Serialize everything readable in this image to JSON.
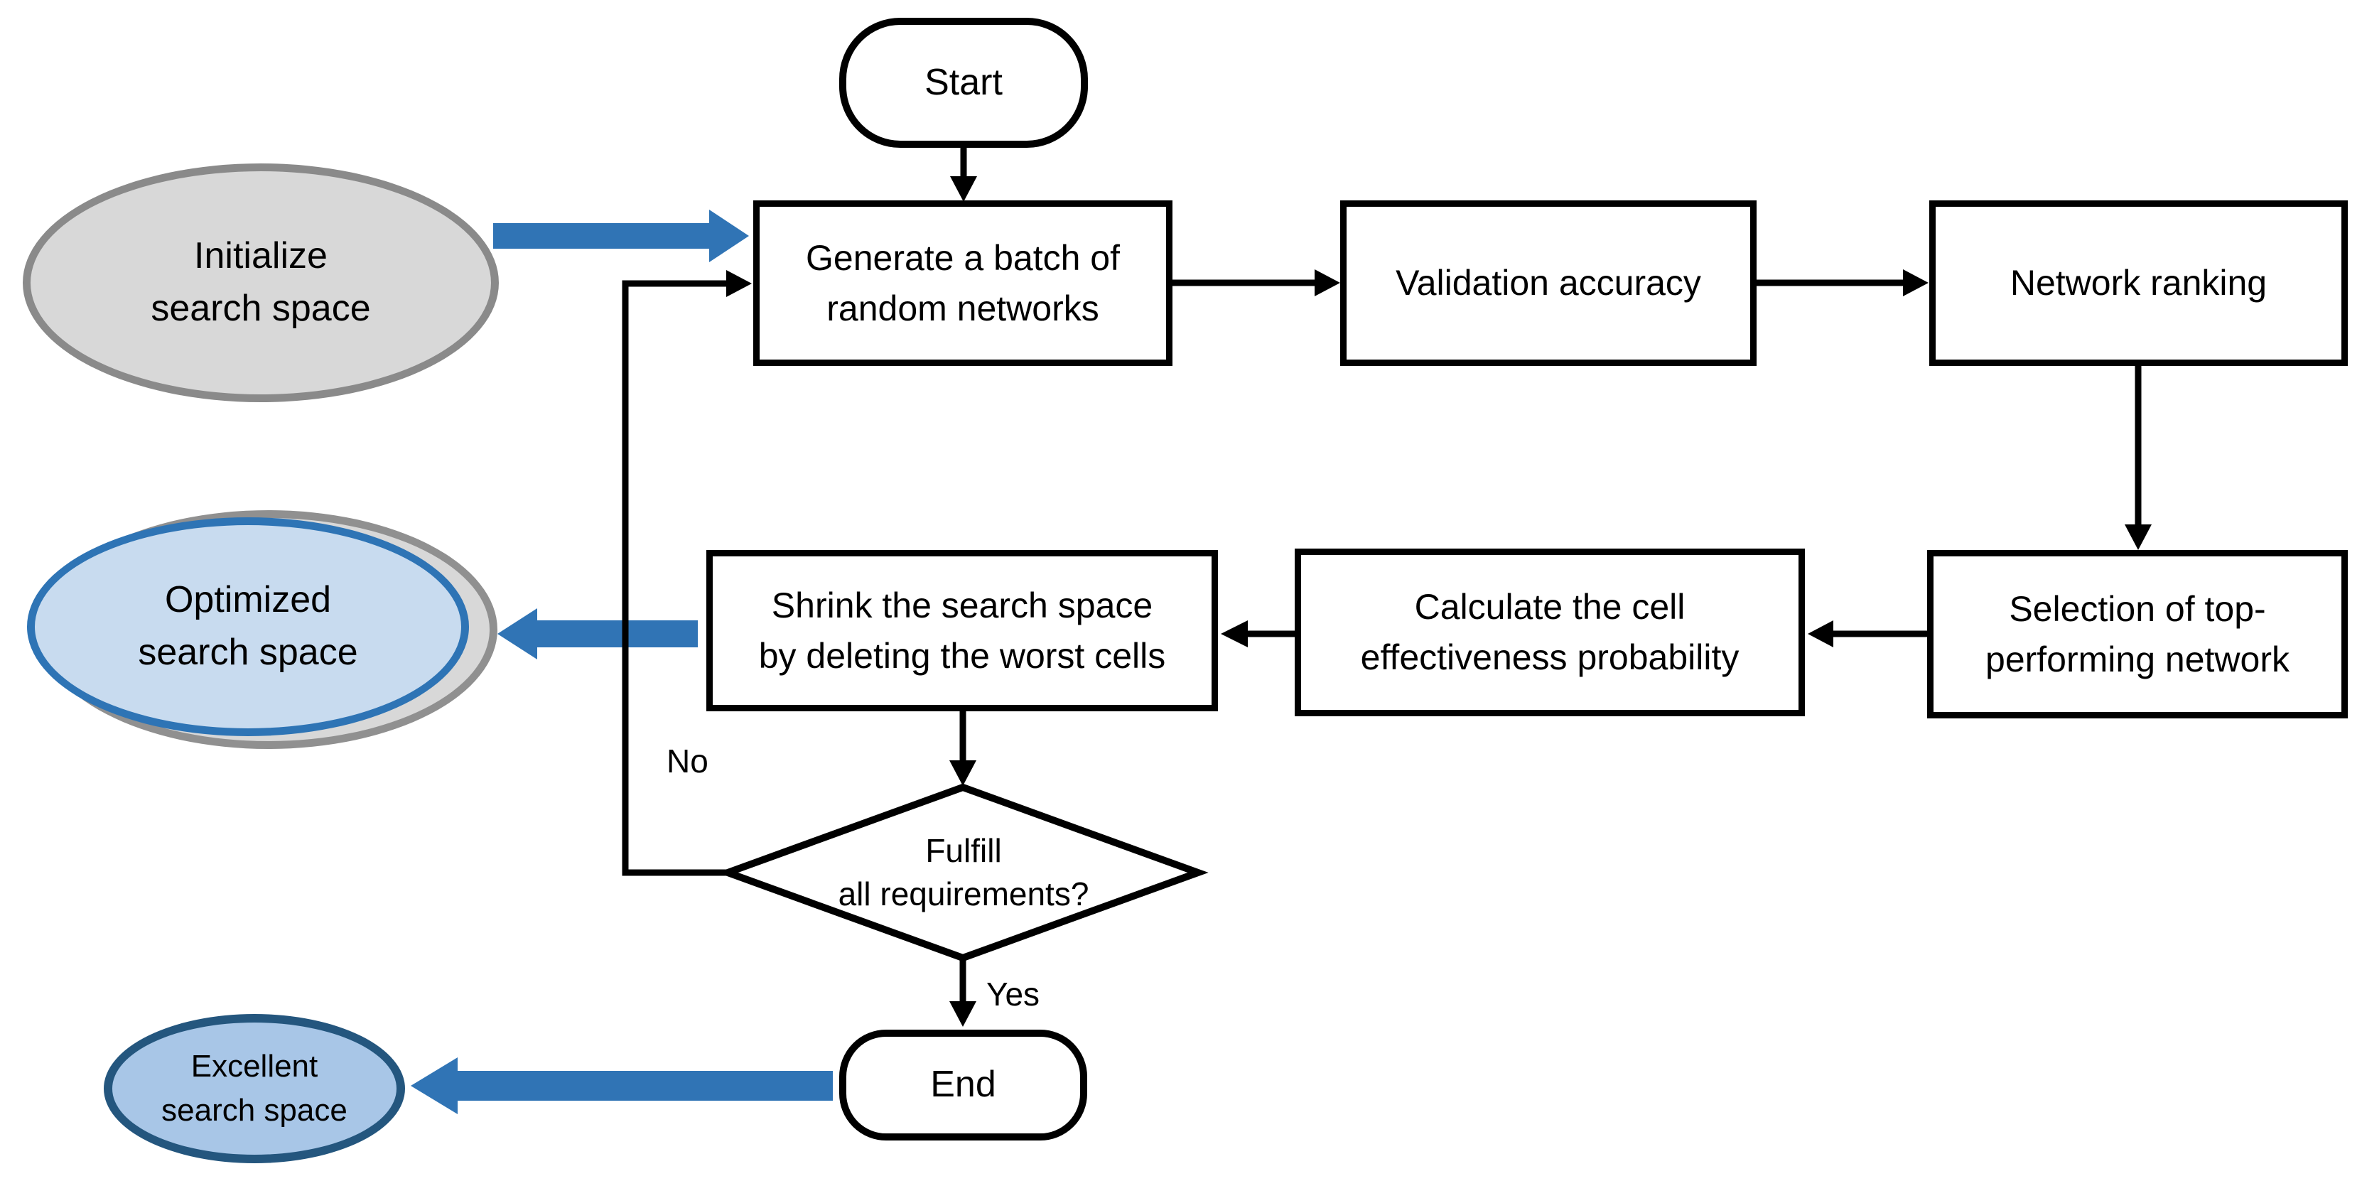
{
  "flowchart": {
    "nodes": {
      "start": "Start",
      "generate": "Generate a batch of\nrandom networks",
      "validation": "Validation accuracy",
      "ranking": "Network ranking",
      "selection": "Selection of top-\nperforming network",
      "calculate": "Calculate the cell\neffectiveness probability",
      "shrink": "Shrink the search space\nby deleting the worst cells",
      "decision": "Fulfill\nall requirements?",
      "end": "End",
      "initialize": "Initialize\nsearch space",
      "optimized": "Optimized\nsearch space",
      "excellent": "Excellent\nsearch space"
    },
    "edge_labels": {
      "no": "No",
      "yes": "Yes"
    },
    "colors": {
      "connector_black": "#000000",
      "block_arrow_blue": "#3074B5",
      "gray_ellipse_fill": "#D8D8D8",
      "gray_ellipse_stroke": "#8A8A8A",
      "optimized_fill": "#C8DBEF",
      "optimized_stroke": "#2E74B5",
      "excellent_fill": "#A8C6E7",
      "excellent_stroke": "#24567E",
      "node_fill": "#FFFFFF"
    }
  }
}
